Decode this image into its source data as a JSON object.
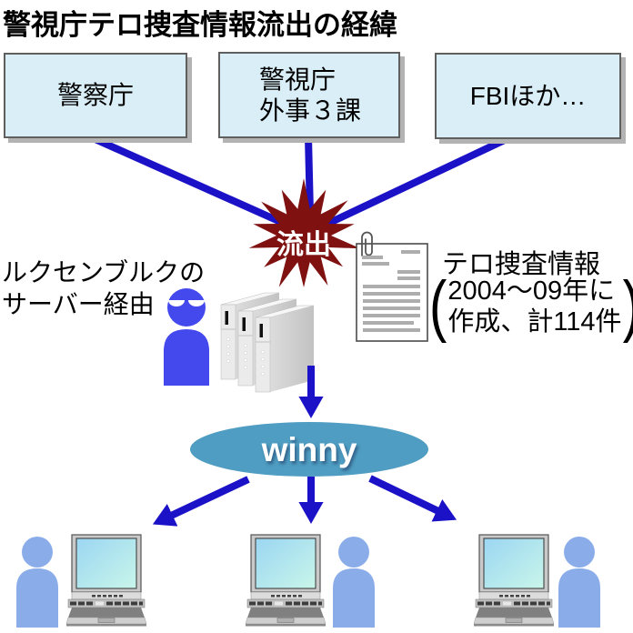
{
  "title": "警視庁テロ捜査情報流出の経緯",
  "source_boxes": [
    {
      "line1": "警察庁"
    },
    {
      "line1": "警視庁",
      "line2": "外事３課"
    },
    {
      "line1": "FBIほか…"
    }
  ],
  "burst_label": "流出",
  "route_note": {
    "line1": "ルクセンブルクの",
    "line2": "サーバー経由"
  },
  "leak_info": {
    "heading": "テロ捜査情報",
    "paren_open": "(",
    "detail_line1": "2004〜09年に",
    "detail_line2": "作成、計114件",
    "paren_close": ")"
  },
  "network_label": "winny",
  "icons": {
    "leak-burst-icon": "dark-red starburst polygon",
    "hacker-person-icon": "blue person silhouette with shaded eyes",
    "server-stack-icon": "three 3D tower servers",
    "document-icon": "white paper with paperclip and gray text lines",
    "paperclip-icon": "wire paperclip loop",
    "winny-ellipse": "teal ellipse network node",
    "laptop-icon": "notebook computer with cyan screen",
    "user-icon": "light-blue person silhouette"
  },
  "colors": {
    "arrow_blue": "#1b12c8",
    "box_fill": "#d9eef7",
    "box_border": "#5f5f5f",
    "box_shadow": "#b3b3b3",
    "burst_red": "#7f1111",
    "winny_ellipse": "#4f9dc2",
    "hacker_blue": "#4449ee",
    "user_blue": "#8aade9",
    "screen_gradient_start": "#9bd6f2",
    "screen_gradient_end": "#c9f6ea"
  }
}
